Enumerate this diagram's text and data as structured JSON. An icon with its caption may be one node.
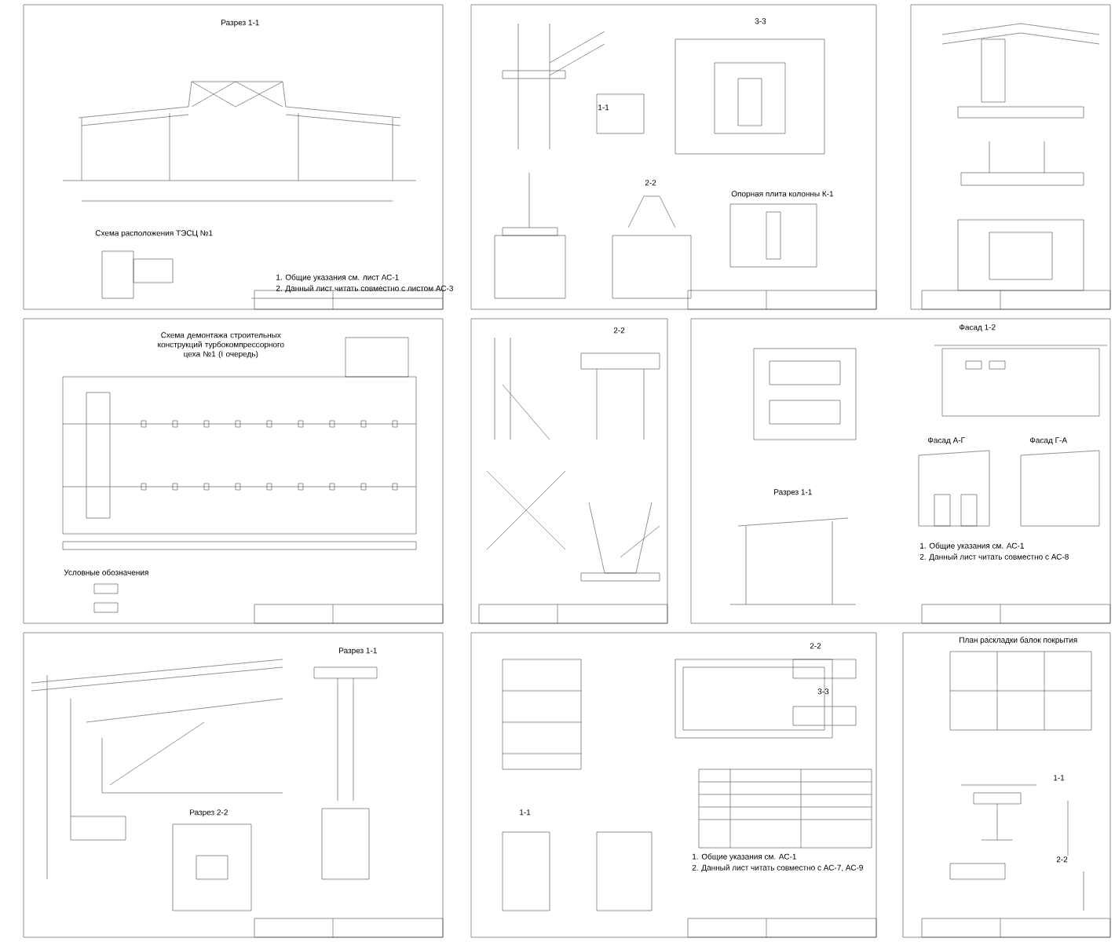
{
  "diagram": {
    "labels": [
      "Разрез 1-1",
      "Схема расположения ТЭСЦ №1",
      "1. Общие указания см. лист АС-1",
      "2. Данный лист читать совместно с листом АС-3",
      "3-3",
      "1-1",
      "2-2",
      "Опорная плита колонны К-1",
      "Схема демонтажа строительных конструкций турбокомпрессорного цеха №1 (I очередь)",
      "Условные обозначения",
      "2-2",
      "Фасад 1-2",
      "Разрез 1-1",
      "Фасад А-Г",
      "Фасад Г-А",
      "1. Общие указания см. АС-1",
      "2. Данный лист читать совместно с АС-8",
      "Разрез 1-1",
      "Разрез 2-2",
      "2-2",
      "3-3",
      "1-1",
      "1. Общие указания см. АС-1",
      "2. Данный лист читать совместно с АС-7, АС-9",
      "План раскладки балок покрытия",
      "1-1",
      "2-2"
    ]
  }
}
